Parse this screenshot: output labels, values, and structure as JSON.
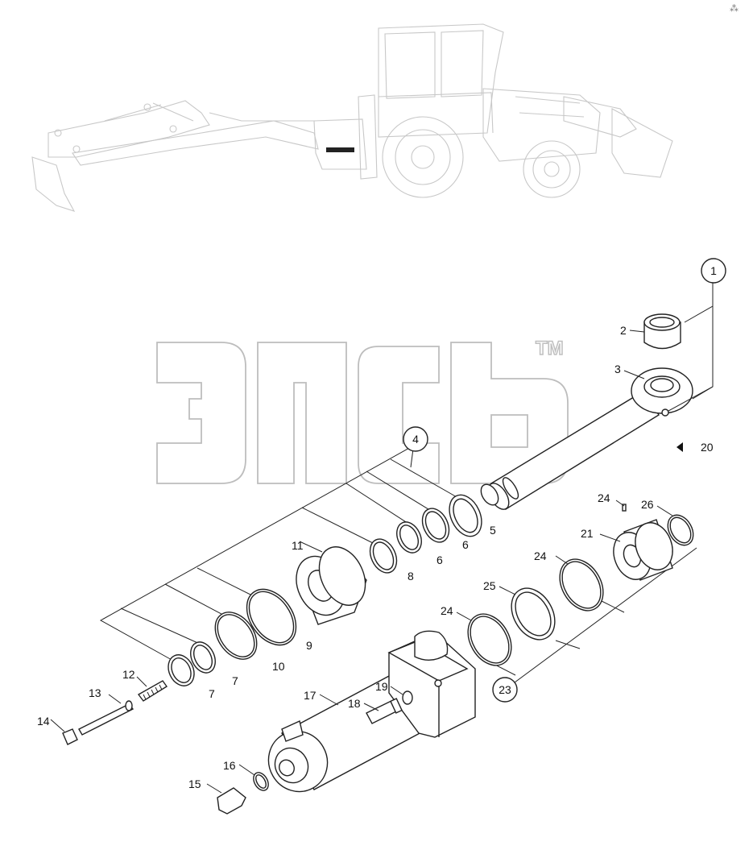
{
  "watermark": {
    "logo": "ЭПСБ",
    "trademark": "TM"
  },
  "corner_mark": "⁂",
  "callouts": [
    {
      "id": "c1",
      "label": "1",
      "circled": true
    },
    {
      "id": "c2",
      "label": "2",
      "circled": false
    },
    {
      "id": "c3",
      "label": "3",
      "circled": false
    },
    {
      "id": "c4",
      "label": "4",
      "circled": true
    },
    {
      "id": "c5",
      "label": "5",
      "circled": false
    },
    {
      "id": "c6a",
      "label": "6",
      "circled": false
    },
    {
      "id": "c6b",
      "label": "6",
      "circled": false
    },
    {
      "id": "c7a",
      "label": "7",
      "circled": false
    },
    {
      "id": "c7b",
      "label": "7",
      "circled": false
    },
    {
      "id": "c8",
      "label": "8",
      "circled": false
    },
    {
      "id": "c9",
      "label": "9",
      "circled": false
    },
    {
      "id": "c10",
      "label": "10",
      "circled": false
    },
    {
      "id": "c11",
      "label": "11",
      "circled": false
    },
    {
      "id": "c12",
      "label": "12",
      "circled": false
    },
    {
      "id": "c13",
      "label": "13",
      "circled": false
    },
    {
      "id": "c14",
      "label": "14",
      "circled": false
    },
    {
      "id": "c15",
      "label": "15",
      "circled": false
    },
    {
      "id": "c16",
      "label": "16",
      "circled": false
    },
    {
      "id": "c17",
      "label": "17",
      "circled": false
    },
    {
      "id": "c18",
      "label": "18",
      "circled": false
    },
    {
      "id": "c19",
      "label": "19",
      "circled": false
    },
    {
      "id": "c20",
      "label": "20",
      "circled": false
    },
    {
      "id": "c21",
      "label": "21",
      "circled": false
    },
    {
      "id": "c23",
      "label": "23",
      "circled": true
    },
    {
      "id": "c24a",
      "label": "24",
      "circled": false
    },
    {
      "id": "c24b",
      "label": "24",
      "circled": false
    },
    {
      "id": "c24c",
      "label": "24",
      "circled": false
    },
    {
      "id": "c25",
      "label": "25",
      "circled": false
    },
    {
      "id": "c26",
      "label": "26",
      "circled": false
    }
  ]
}
